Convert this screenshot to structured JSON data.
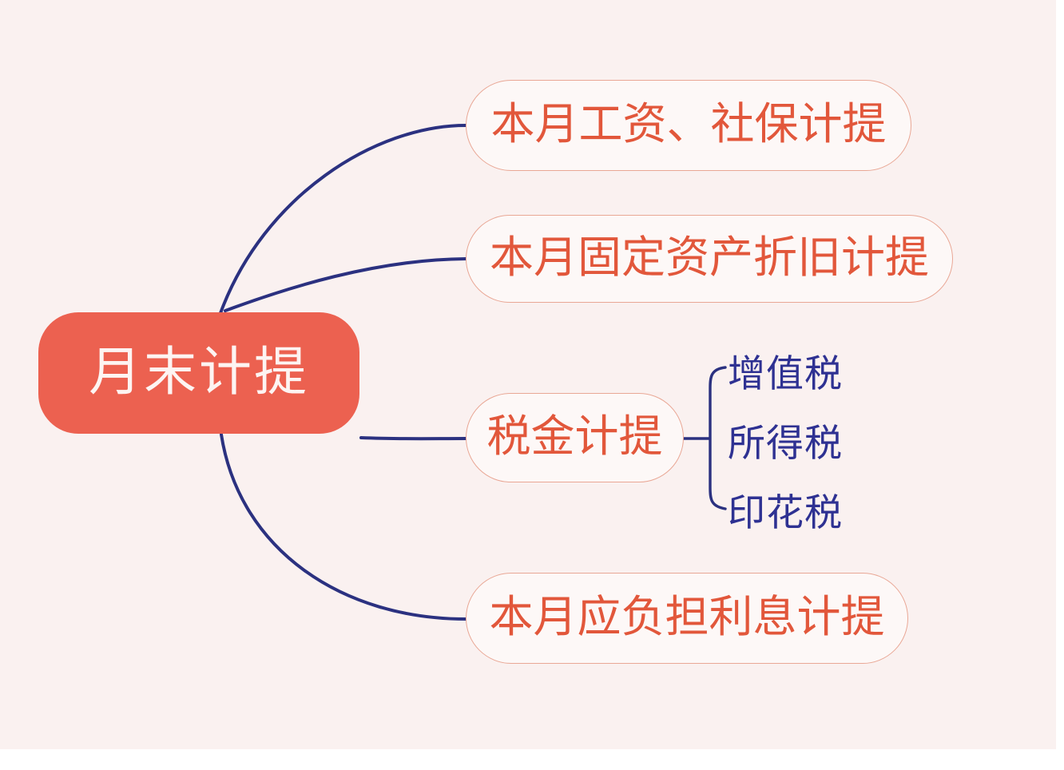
{
  "diagram": {
    "type": "mind-map",
    "title": "月末计提",
    "background_color": "#faf1f0",
    "root": {
      "label": "月末计提",
      "fill_color": "#ec6150",
      "text_color": "#fdf4f2"
    },
    "branch_style": {
      "fill_color": "#fdf8f7",
      "border_color": "#e9a795",
      "text_color": "#e2573b"
    },
    "connector_color": "#2b3180",
    "leaf_text_color": "#2e3192",
    "branches": [
      {
        "label": "本月工资、社保计提",
        "children": []
      },
      {
        "label": "本月固定资产折旧计提",
        "children": []
      },
      {
        "label": "税金计提",
        "children": [
          {
            "label": "增值税"
          },
          {
            "label": "所得税"
          },
          {
            "label": "印花税"
          }
        ]
      },
      {
        "label": "本月应负担利息计提",
        "children": []
      }
    ]
  }
}
